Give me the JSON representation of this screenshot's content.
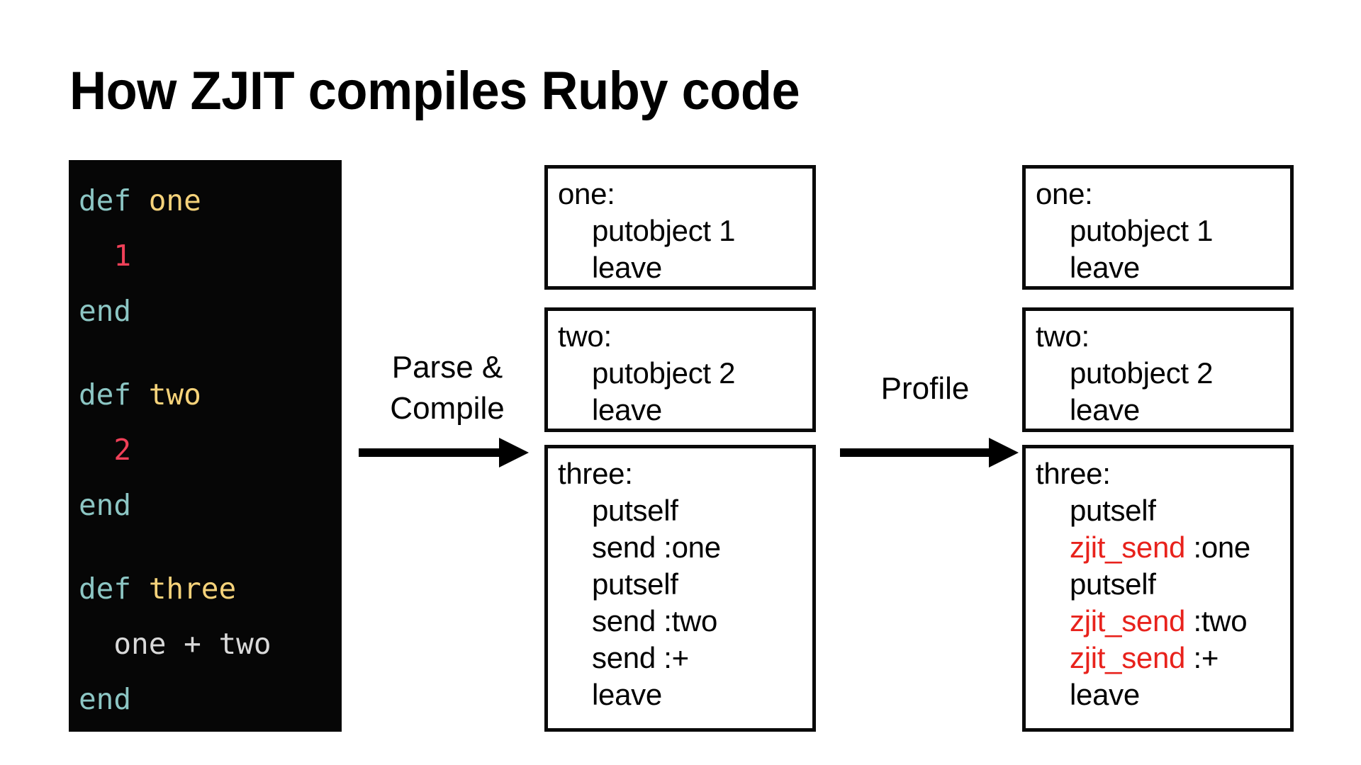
{
  "slide": {
    "title": "How ZJIT compiles Ruby code",
    "background_color": "#ffffff"
  },
  "code_panel": {
    "name": "ruby-source-code",
    "background_color": "#060606",
    "colors": {
      "keyword": "#8cc6c4",
      "method_name": "#f5d27a",
      "number": "#ef4058",
      "plain": "#d9d9d9"
    },
    "lines": [
      {
        "kind": "code",
        "tokens": [
          {
            "text": "def ",
            "type": "keyword"
          },
          {
            "text": "one",
            "type": "method_name"
          }
        ]
      },
      {
        "kind": "code",
        "tokens": [
          {
            "text": "  1",
            "type": "number"
          }
        ]
      },
      {
        "kind": "code",
        "tokens": [
          {
            "text": "end",
            "type": "keyword"
          }
        ]
      },
      {
        "kind": "blank",
        "tokens": []
      },
      {
        "kind": "code",
        "tokens": [
          {
            "text": "def ",
            "type": "keyword"
          },
          {
            "text": "two",
            "type": "method_name"
          }
        ]
      },
      {
        "kind": "code",
        "tokens": [
          {
            "text": "  2",
            "type": "number"
          }
        ]
      },
      {
        "kind": "code",
        "tokens": [
          {
            "text": "end",
            "type": "keyword"
          }
        ]
      },
      {
        "kind": "blank",
        "tokens": []
      },
      {
        "kind": "code",
        "tokens": [
          {
            "text": "def ",
            "type": "keyword"
          },
          {
            "text": "three",
            "type": "method_name"
          }
        ]
      },
      {
        "kind": "code",
        "tokens": [
          {
            "text": "  one + two",
            "type": "plain"
          }
        ]
      },
      {
        "kind": "code",
        "tokens": [
          {
            "text": "end",
            "type": "keyword"
          }
        ]
      }
    ]
  },
  "stages": [
    {
      "id": "parse-compile",
      "label": "Parse &\nCompile"
    },
    {
      "id": "profile",
      "label": "Profile"
    }
  ],
  "columns": [
    {
      "id": "compiled-bytecode",
      "boxes": [
        {
          "id": "one",
          "lines": [
            {
              "indent": false,
              "segments": [
                {
                  "text": "one:",
                  "style": "plain"
                }
              ]
            },
            {
              "indent": true,
              "segments": [
                {
                  "text": "putobject 1",
                  "style": "plain"
                }
              ]
            },
            {
              "indent": true,
              "segments": [
                {
                  "text": "leave",
                  "style": "plain"
                }
              ]
            }
          ]
        },
        {
          "id": "two",
          "lines": [
            {
              "indent": false,
              "segments": [
                {
                  "text": "two:",
                  "style": "plain"
                }
              ]
            },
            {
              "indent": true,
              "segments": [
                {
                  "text": "putobject 2",
                  "style": "plain"
                }
              ]
            },
            {
              "indent": true,
              "segments": [
                {
                  "text": "leave",
                  "style": "plain"
                }
              ]
            }
          ]
        },
        {
          "id": "three",
          "lines": [
            {
              "indent": false,
              "segments": [
                {
                  "text": "three:",
                  "style": "plain"
                }
              ]
            },
            {
              "indent": true,
              "segments": [
                {
                  "text": "putself",
                  "style": "plain"
                }
              ]
            },
            {
              "indent": true,
              "segments": [
                {
                  "text": "send :one",
                  "style": "plain"
                }
              ]
            },
            {
              "indent": true,
              "segments": [
                {
                  "text": "putself",
                  "style": "plain"
                }
              ]
            },
            {
              "indent": true,
              "segments": [
                {
                  "text": "send :two",
                  "style": "plain"
                }
              ]
            },
            {
              "indent": true,
              "segments": [
                {
                  "text": "send :+",
                  "style": "plain"
                }
              ]
            },
            {
              "indent": true,
              "segments": [
                {
                  "text": "leave",
                  "style": "plain"
                }
              ]
            }
          ]
        }
      ]
    },
    {
      "id": "profiled-bytecode",
      "boxes": [
        {
          "id": "one",
          "lines": [
            {
              "indent": false,
              "segments": [
                {
                  "text": "one:",
                  "style": "plain"
                }
              ]
            },
            {
              "indent": true,
              "segments": [
                {
                  "text": "putobject 1",
                  "style": "plain"
                }
              ]
            },
            {
              "indent": true,
              "segments": [
                {
                  "text": "leave",
                  "style": "plain"
                }
              ]
            }
          ]
        },
        {
          "id": "two",
          "lines": [
            {
              "indent": false,
              "segments": [
                {
                  "text": "two:",
                  "style": "plain"
                }
              ]
            },
            {
              "indent": true,
              "segments": [
                {
                  "text": "putobject 2",
                  "style": "plain"
                }
              ]
            },
            {
              "indent": true,
              "segments": [
                {
                  "text": "leave",
                  "style": "plain"
                }
              ]
            }
          ]
        },
        {
          "id": "three",
          "lines": [
            {
              "indent": false,
              "segments": [
                {
                  "text": "three:",
                  "style": "plain"
                }
              ]
            },
            {
              "indent": true,
              "segments": [
                {
                  "text": "putself",
                  "style": "plain"
                }
              ]
            },
            {
              "indent": true,
              "segments": [
                {
                  "text": "zjit_send",
                  "style": "zjit"
                },
                {
                  "text": " :one",
                  "style": "plain"
                }
              ]
            },
            {
              "indent": true,
              "segments": [
                {
                  "text": "putself",
                  "style": "plain"
                }
              ]
            },
            {
              "indent": true,
              "segments": [
                {
                  "text": "zjit_send",
                  "style": "zjit"
                },
                {
                  "text": " :two",
                  "style": "plain"
                }
              ]
            },
            {
              "indent": true,
              "segments": [
                {
                  "text": "zjit_send",
                  "style": "zjit"
                },
                {
                  "text": " :+",
                  "style": "plain"
                }
              ]
            },
            {
              "indent": true,
              "segments": [
                {
                  "text": "leave",
                  "style": "plain"
                }
              ]
            }
          ]
        }
      ]
    }
  ],
  "accent_colors": {
    "zjit_highlight": "#e8221c",
    "box_border": "#0a0a0a",
    "arrow": "#000000"
  }
}
